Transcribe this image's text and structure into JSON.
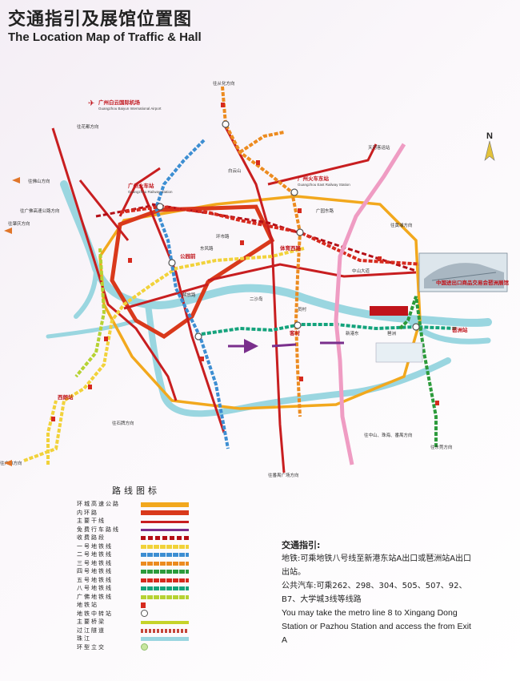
{
  "title_cn": "交通指引及展馆位置图",
  "title_en": "The Location Map of Traffic & Hall",
  "compass": "N",
  "places": [
    {
      "id": "airport_cn",
      "text": "广州白云国际机场"
    },
    {
      "id": "airport_en",
      "text": "Guangzhou Baiyun International Airport"
    },
    {
      "id": "conghua",
      "text": "往从化方向"
    },
    {
      "id": "huadu",
      "text": "往花都方向"
    },
    {
      "id": "guangzhou_station_cn",
      "text": "广州火车站"
    },
    {
      "id": "guangzhou_station_en",
      "text": "Guangzhou Railway Station"
    },
    {
      "id": "east_station_cn",
      "text": "广州火车东站"
    },
    {
      "id": "east_station_en",
      "text": "Guangzhou East Railway Station"
    },
    {
      "id": "tianhe_coach",
      "text": "天河客运站"
    },
    {
      "id": "foshan",
      "text": "往佛山方向"
    },
    {
      "id": "zhaoqing",
      "text": "往肇庆方向"
    },
    {
      "id": "jiaomen",
      "text": "往广佛高速公路方向"
    },
    {
      "id": "baiyunshan",
      "text": "白云山"
    },
    {
      "id": "ersha",
      "text": "二沙岛"
    },
    {
      "id": "pazhou",
      "text": "琶洲"
    },
    {
      "id": "xingang",
      "text": "新港东"
    },
    {
      "id": "nansha",
      "text": "往番禺广场方向"
    },
    {
      "id": "panyu",
      "text": "往中山、珠海、番禺方向"
    },
    {
      "id": "dongguan",
      "text": "往东莞方向"
    },
    {
      "id": "huangpu",
      "text": "往黄埔方向"
    },
    {
      "id": "hall_cn",
      "text": "中国进出口商品交易会琶洲展馆"
    },
    {
      "id": "shiqiao",
      "text": "往石牌方向"
    },
    {
      "id": "conghua2",
      "text": "往广佛方向"
    },
    {
      "id": "guangyuan",
      "text": "广园东路"
    },
    {
      "id": "zhongshan",
      "text": "中山大道"
    },
    {
      "id": "huanshi",
      "text": "环市路"
    },
    {
      "id": "jiefang",
      "text": "解放路"
    },
    {
      "id": "dongfeng",
      "text": "东风路"
    },
    {
      "id": "yuancun",
      "text": "员村"
    },
    {
      "id": "kecun",
      "text": "客村"
    },
    {
      "id": "pazhou_st",
      "text": "琶洲站"
    },
    {
      "id": "xilang",
      "text": "西朗站"
    },
    {
      "id": "gongyuanqian",
      "text": "公园前"
    },
    {
      "id": "tiyu",
      "text": "体育西路"
    }
  ],
  "legend": {
    "title": "路线图标",
    "items": [
      {
        "label": "环城高速公路",
        "color": "#f2a81d",
        "kind": "solid"
      },
      {
        "label": "内环路",
        "color": "#d9391b",
        "kind": "solid"
      },
      {
        "label": "主要干线",
        "color": "#c81e20",
        "kind": "thin"
      },
      {
        "label": "免费行车路线",
        "color": "#7a2f8c",
        "kind": "arrow"
      },
      {
        "label": "收费路段",
        "color": "#b40e16",
        "kind": "dash"
      },
      {
        "label": "一号地铁线",
        "color": "#f1d23a",
        "kind": "dashed-line"
      },
      {
        "label": "二号地铁线",
        "color": "#3d8ed2",
        "kind": "dashed-line"
      },
      {
        "label": "三号地铁线",
        "color": "#ec8b1f",
        "kind": "dashed-line"
      },
      {
        "label": "四号地铁线",
        "color": "#2c9b3b",
        "kind": "dashed-line"
      },
      {
        "label": "五号地铁线",
        "color": "#d62a1e",
        "kind": "dashed-line"
      },
      {
        "label": "八号地铁线",
        "color": "#14a37c",
        "kind": "dashed-line"
      },
      {
        "label": "广佛地铁线",
        "color": "#b6d233",
        "kind": "dashed-line"
      },
      {
        "label": "地铁站",
        "color": "#d62a1e",
        "kind": "station"
      },
      {
        "label": "地铁中转站",
        "color": "#555555",
        "kind": "transfer"
      },
      {
        "label": "主要桥梁",
        "color": "#c6d32b",
        "kind": "bridge"
      },
      {
        "label": "过江隧道",
        "color": "#c5463a",
        "kind": "tunnel"
      },
      {
        "label": "珠江",
        "color": "#9ad6e0",
        "kind": "river"
      },
      {
        "label": "环型立交",
        "color": "#c8e6a0",
        "kind": "circle"
      }
    ]
  },
  "guide": {
    "title": "交通指引:",
    "metro_cn": "地铁:可乘地铁八号线至新港东站A出口或琶洲站A出口出站。",
    "bus_cn": "公共汽车:可乘262、298、304、505、507、92、B7、大学城3线等线路",
    "en": "You may take the metro line 8 to Xingang Dong Station or Pazhou Station and access the from Exit A"
  }
}
